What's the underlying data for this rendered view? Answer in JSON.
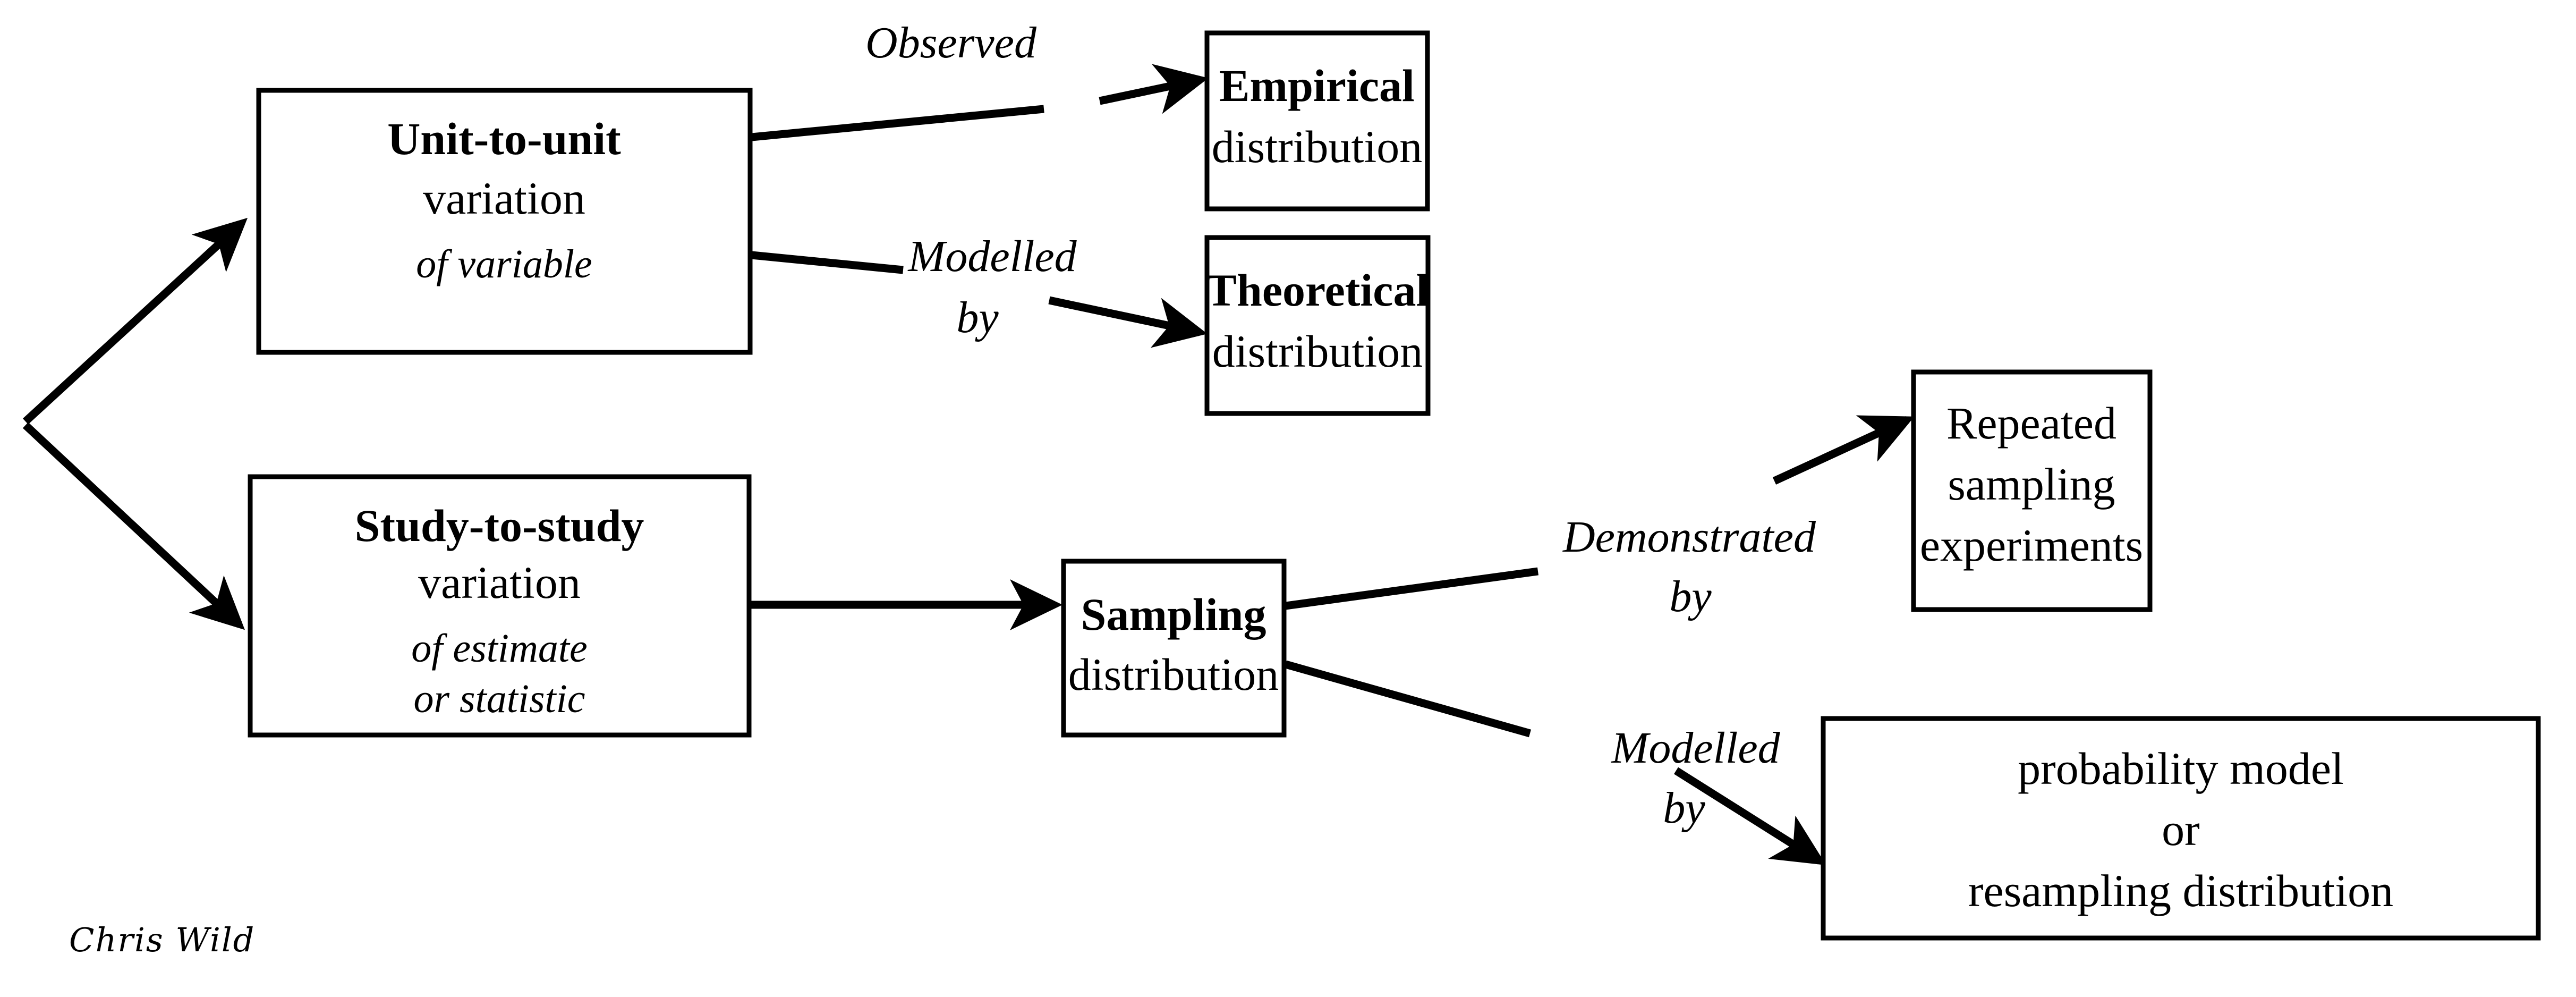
{
  "diagram": {
    "title_text": "",
    "signature": "Chris Wild",
    "colors": {
      "ink": "#000000",
      "background": "#ffffff"
    },
    "nodes": [
      {
        "id": "unit-to-unit",
        "lines": [
          "Unit-to-unit",
          "variation"
        ],
        "sub_lines": [
          "of variable"
        ]
      },
      {
        "id": "study-to-study",
        "lines": [
          "Study-to-study",
          "variation"
        ],
        "sub_lines": [
          "of estimate",
          "or statistic"
        ]
      },
      {
        "id": "empirical-distribution",
        "lines": [
          "Empirical",
          "distribution"
        ],
        "sub_lines": []
      },
      {
        "id": "theoretical-distribution",
        "lines": [
          "Theoretical",
          "distribution"
        ],
        "sub_lines": []
      },
      {
        "id": "sampling-distribution",
        "lines": [
          "Sampling",
          "distribution"
        ],
        "sub_lines": []
      },
      {
        "id": "repeated-sampling-experiments",
        "lines": [
          "Repeated",
          "sampling",
          "experiments"
        ],
        "sub_lines": []
      },
      {
        "id": "probability-model",
        "lines": [
          "probability model",
          "or",
          "resampling distribution"
        ],
        "sub_lines": []
      }
    ],
    "edges": [
      {
        "id": "observed",
        "label_lines": [
          "Observed"
        ],
        "from": "unit-to-unit",
        "to": "empirical-distribution"
      },
      {
        "id": "modelled-by-theoretical",
        "label_lines": [
          "Modelled",
          "by"
        ],
        "from": "unit-to-unit",
        "to": "theoretical-distribution"
      },
      {
        "id": "study-to-sampling",
        "label_lines": [],
        "from": "study-to-study",
        "to": "sampling-distribution"
      },
      {
        "id": "demonstrated-by",
        "label_lines": [
          "Demonstrated",
          "by"
        ],
        "from": "sampling-distribution",
        "to": "repeated-sampling-experiments"
      },
      {
        "id": "modelled-by-probability",
        "label_lines": [
          "Modelled",
          "by"
        ],
        "from": "sampling-distribution",
        "to": "probability-model"
      },
      {
        "id": "fork-to-unit",
        "label_lines": [],
        "from": "fork",
        "to": "unit-to-unit"
      },
      {
        "id": "fork-to-study",
        "label_lines": [],
        "from": "fork",
        "to": "study-to-study"
      }
    ]
  }
}
